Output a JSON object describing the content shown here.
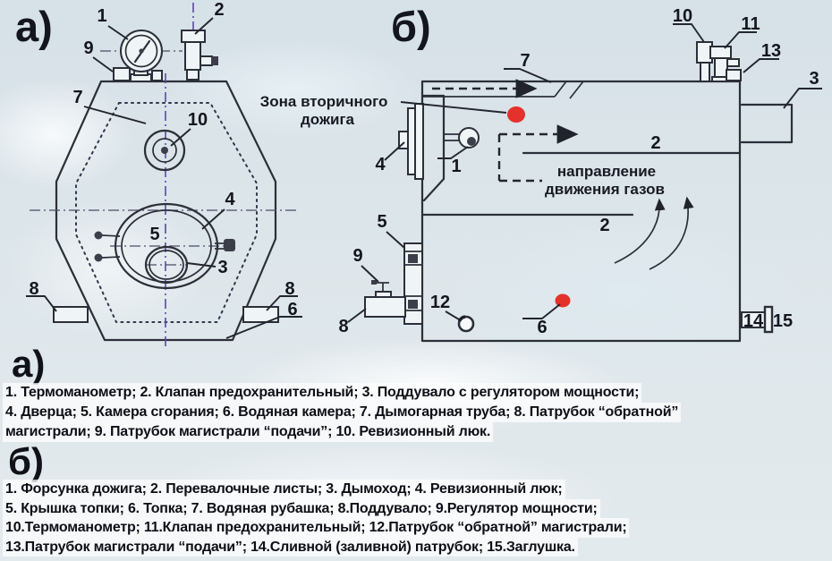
{
  "colors": {
    "line": "#2c2f39",
    "red_marker": "#e5312c",
    "centerline_purple": "#5a4a9e",
    "background": "#dbe5ea"
  },
  "diagram_a": {
    "label": "а)",
    "callouts": {
      "n1": "1",
      "n2": "2",
      "n3": "3",
      "n4": "4",
      "n5": "5",
      "n6": "6",
      "n7": "7",
      "n8_left": "8",
      "n8_right": "8",
      "n9": "9",
      "n10": "10"
    }
  },
  "diagram_b": {
    "label": "б)",
    "zone_label_line1": "Зона вторичного",
    "zone_label_line2": "дожига",
    "gas_direction_line1": "направление",
    "gas_direction_line2": "движения газов",
    "callouts": {
      "n1": "1",
      "n2_upper": "2",
      "n2_lower": "2",
      "n3": "3",
      "n4": "4",
      "n5": "5",
      "n6": "6",
      "n7": "7",
      "n8": "8",
      "n9": "9",
      "n10": "10",
      "n11": "11",
      "n12": "12",
      "n13": "13",
      "n14": "14",
      "n15": "15"
    }
  },
  "legend_a": {
    "header": "а)",
    "lines": [
      "1. Термоманометр;  2. Клапан предохранительный;  3. Поддувало с регулятором мощности;",
      "4. Дверца;  5. Камера сгорания;  6. Водяная камера;  7. Дымогарная труба;  8. Патрубок “обратной”",
      "магистрали;  9. Патрубок магистрали “подачи”;  10. Ревизионный люк."
    ]
  },
  "legend_b": {
    "header": "б)",
    "lines": [
      "1. Форсунка дожига;  2. Перевалочные листы;  3. Дымоход;  4. Ревизионный люк;",
      "5.  Крышка топки;  6. Топка;  7. Водяная рубашка;  8.Поддувало;  9.Регулятор мощности;",
      "10.Термоманометр; 11.Клапан предохранительный; 12.Патрубок  “обратной” магистрали;",
      "13.Патрубок магистрали “подачи”; 14.Сливной (заливной) патрубок; 15.Заглушка."
    ]
  }
}
